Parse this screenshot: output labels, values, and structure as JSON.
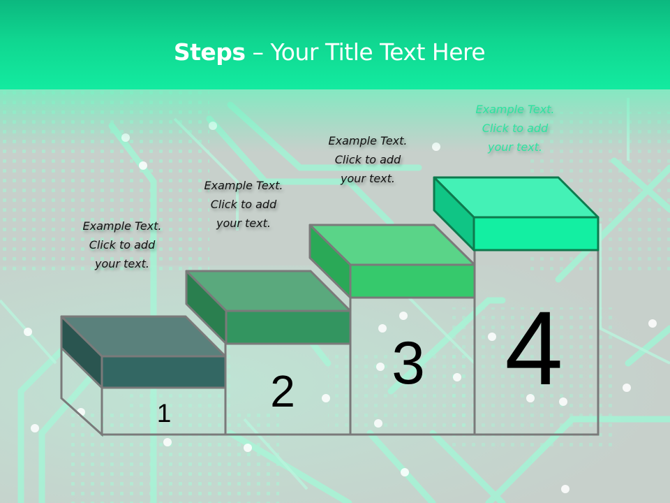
{
  "slide": {
    "title_bold": "Steps",
    "title_rest": " – Your Title Text Here"
  },
  "steps": [
    {
      "number": "1",
      "caption": [
        "Example Text.",
        "Click  to add",
        "your text."
      ],
      "colors": {
        "top": "#5a817c",
        "front": "#336763",
        "side": "#2a5550"
      }
    },
    {
      "number": "2",
      "caption": [
        "Example Text.",
        "Click  to add",
        "your text."
      ],
      "colors": {
        "top": "#5aa97d",
        "front": "#339560",
        "side": "#2a7f4f"
      }
    },
    {
      "number": "3",
      "caption": [
        "Example Text.",
        "Click  to add",
        "your text."
      ],
      "colors": {
        "top": "#5ad488",
        "front": "#36c96c",
        "side": "#2aa957"
      }
    },
    {
      "number": "4",
      "caption": [
        "Example Text.",
        "Click  to add",
        "your text."
      ],
      "colors": {
        "top": "#44f1b6",
        "front": "#13efa2",
        "side": "#10c585"
      }
    }
  ],
  "theme": {
    "outline": "#7a7a7a",
    "outline_step4": "#0e7a4e",
    "header_color": "#10d690",
    "background": "#c7d0cb"
  }
}
